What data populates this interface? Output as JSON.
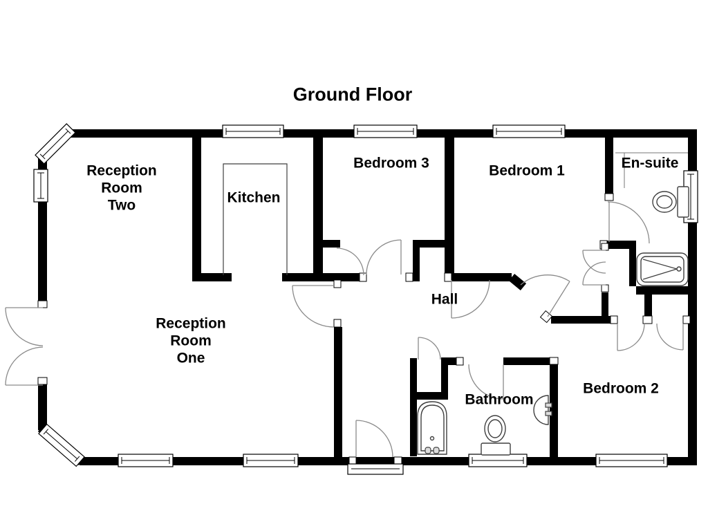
{
  "title": "Ground Floor",
  "rooms": [
    {
      "id": "reception-room-two",
      "lines": [
        "Reception",
        "Room",
        "Two"
      ]
    },
    {
      "id": "kitchen",
      "lines": [
        "Kitchen"
      ]
    },
    {
      "id": "bedroom-3",
      "lines": [
        "Bedroom 3"
      ]
    },
    {
      "id": "bedroom-1",
      "lines": [
        "Bedroom 1"
      ]
    },
    {
      "id": "en-suite",
      "lines": [
        "En-suite"
      ]
    },
    {
      "id": "hall",
      "lines": [
        "Hall"
      ]
    },
    {
      "id": "reception-room-one",
      "lines": [
        "Reception",
        "Room",
        "One"
      ]
    },
    {
      "id": "bathroom",
      "lines": [
        "Bathroom"
      ]
    },
    {
      "id": "bedroom-2",
      "lines": [
        "Bedroom 2"
      ]
    }
  ],
  "colors": {
    "wall": "#000000",
    "door_arc": "#8a8a8a",
    "fixture": "#3f3f3f",
    "background": "#ffffff"
  }
}
